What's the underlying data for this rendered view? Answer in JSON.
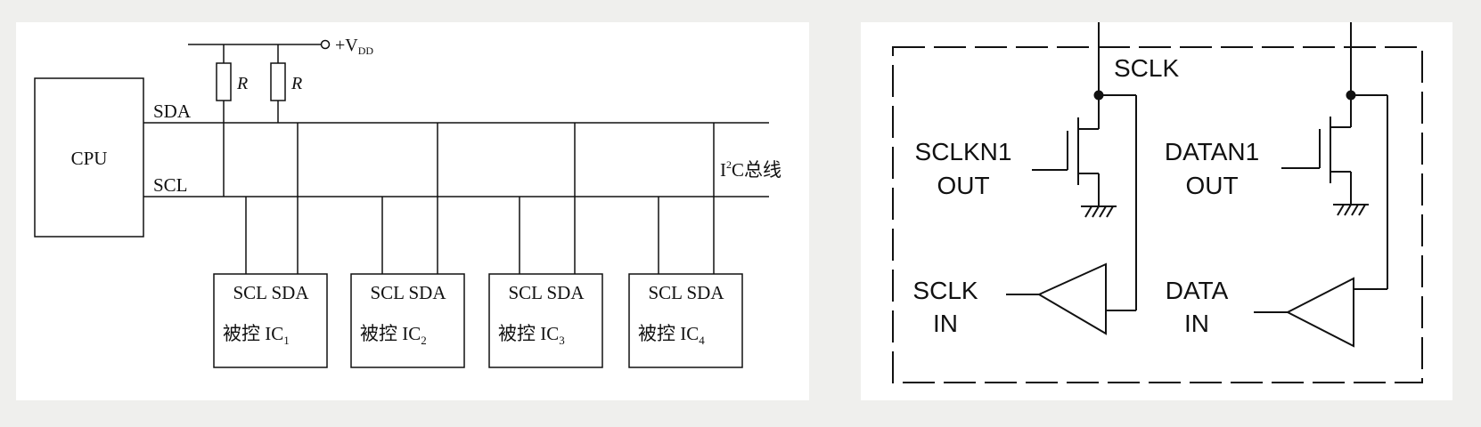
{
  "left_diagram": {
    "cpu_label": "CPU",
    "sda_label": "SDA",
    "scl_label": "SCL",
    "vdd_prefix": "+V",
    "vdd_sub": "DD",
    "resistor_label": "R",
    "bus_label_pre": "I",
    "bus_label_sup": "2",
    "bus_label_post": "C总线",
    "ics": [
      {
        "pins": "SCL SDA",
        "name": "被控 IC",
        "index": "1"
      },
      {
        "pins": "SCL SDA",
        "name": "被控 IC",
        "index": "2"
      },
      {
        "pins": "SCL SDA",
        "name": "被控 IC",
        "index": "3"
      },
      {
        "pins": "SCL SDA",
        "name": "被控 IC",
        "index": "4"
      }
    ]
  },
  "right_diagram": {
    "top_label": "SCLK",
    "left_out": {
      "line1": "SCLKN1",
      "line2": "OUT"
    },
    "right_out": {
      "line1": "DATAN1",
      "line2": "OUT"
    },
    "left_in": {
      "line1": "SCLK",
      "line2": "IN"
    },
    "right_in": {
      "line1": "DATA",
      "line2": "IN"
    }
  },
  "colors": {
    "background": "#efefed",
    "panel": "#ffffff",
    "ink": "#111111"
  }
}
